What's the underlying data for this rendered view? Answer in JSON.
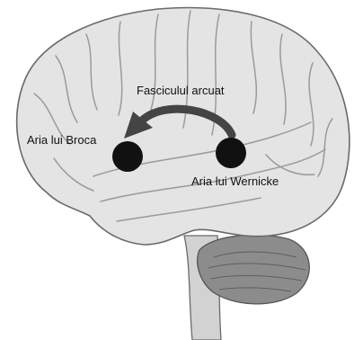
{
  "diagram": {
    "labels": {
      "arcuate_fasciculus": "Fasciculul arcuat",
      "broca_area": "Aria lui Broca",
      "wernicke_area": "Aria lui Wernicke"
    },
    "colors": {
      "brain_fill": "#e4e4e4",
      "brain_outline": "#6a6a6a",
      "sulcus": "#9a9a9a",
      "cerebellum": "#8c8c8c",
      "brainstem": "#d2d2d2",
      "area_marker": "#111111",
      "arrow": "#444444"
    },
    "icons": {
      "broca_marker": "filled-circle",
      "wernicke_marker": "filled-circle",
      "connection": "curved-arrow"
    }
  }
}
